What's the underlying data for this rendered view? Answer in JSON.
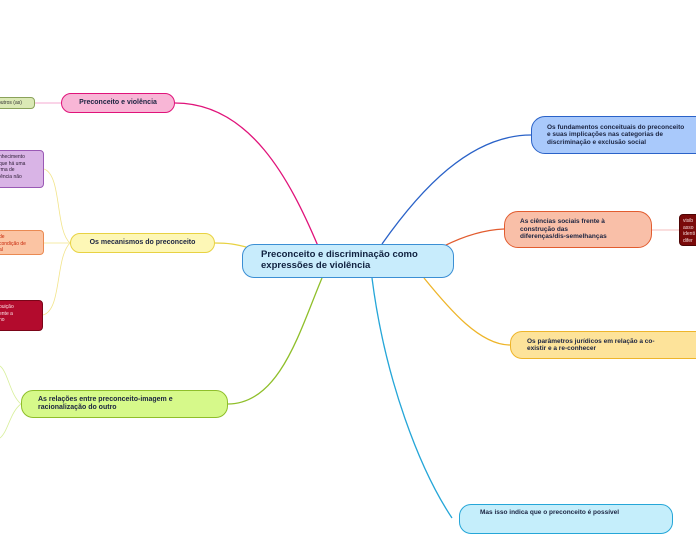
{
  "central": {
    "label": "Preconceito e discriminação como\nexpressões de violência"
  },
  "left_topics": {
    "preconceito_violencia": {
      "label": "Preconceito e violência"
    },
    "mecanismos": {
      "label": "Os mecanismos do preconceito"
    },
    "relacoes": {
      "label": "As relações entre preconceito-imagem e\nracionalização do outro"
    }
  },
  "right_topics": {
    "fundamentos": {
      "label": "Os fundamentos conceituais do preconceito\ne suas implicações nas categorias de\ndiscriminação e exclusão social"
    },
    "ciencias": {
      "label": "As ciências sociais frente à\nconstrução das\ndiferenças/dis-semelhanças"
    },
    "parametros": {
      "label": "Os parâmetros jurídicos em relação a co-\nexistir e a re-conhecer"
    },
    "mas_isso": {
      "label": "Mas isso indica que o preconceito é possível"
    }
  },
  "subtopics": {
    "outros": "outros (as)",
    "purple": "nhecimento\n que há uma\nrma de\nlência não",
    "orange": "de\n condição de\nal",
    "red": "buição\nente a\nno",
    "dark": "visib\nasso\nidenti\ndifer"
  },
  "colors": {
    "pink_branch": "#e0137a",
    "yellow_branch": "#e8d242",
    "green_branch": "#8fbf2a",
    "blue_branch": "#2a62c8",
    "orange_branch": "#e25c2f",
    "amber_branch": "#eeb52a",
    "cyan_branch": "#25a6d8"
  }
}
